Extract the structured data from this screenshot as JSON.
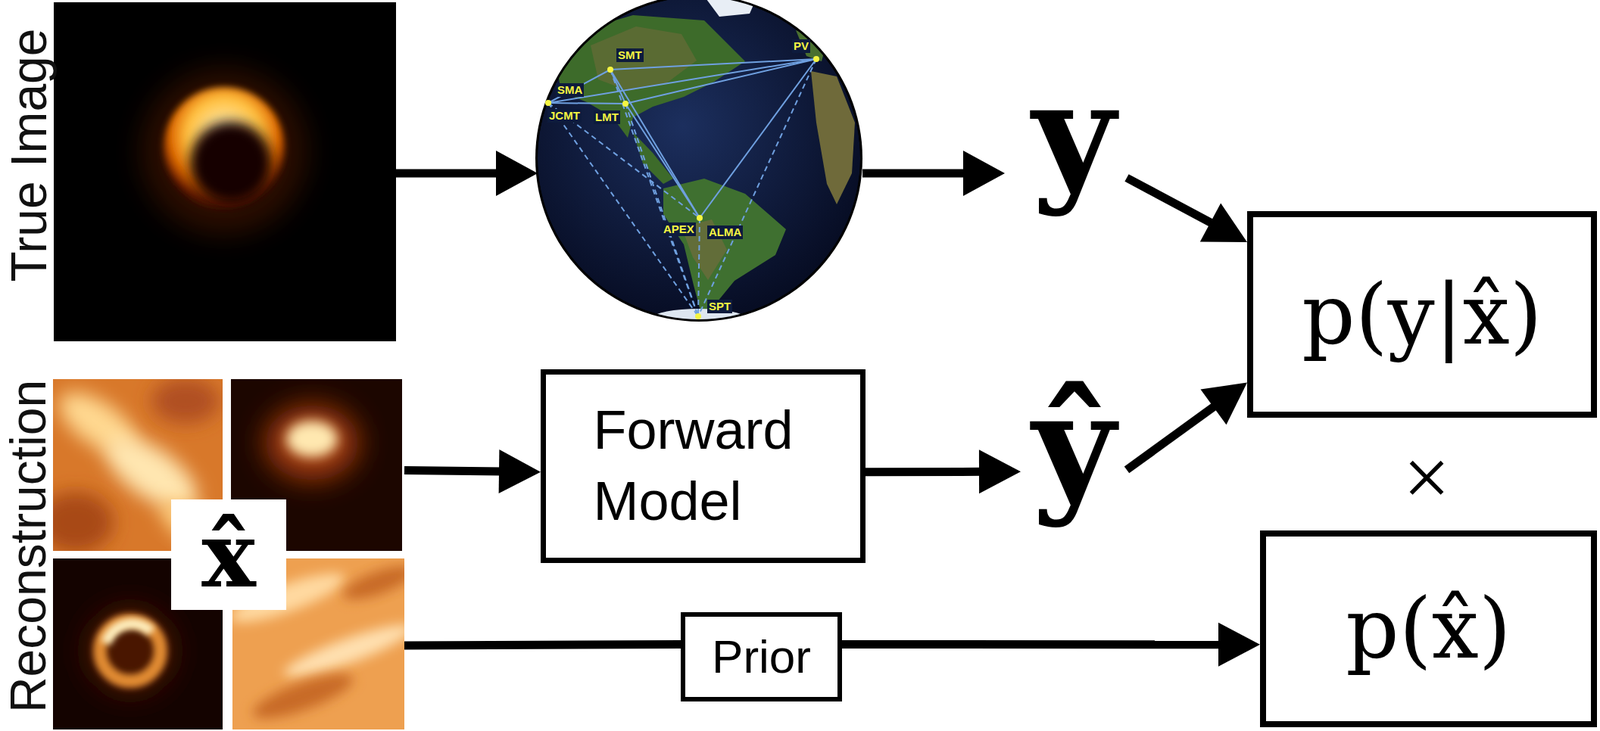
{
  "diagram": {
    "nodes": [
      {
        "text": [
          "y"
        ]
      },
      {
        "text": [
          "p(y|x̂)"
        ]
      },
      {
        "text": [
          "x̂"
        ]
      },
      {
        "text": [
          "Forward Model"
        ]
      },
      {
        "text": [
          "ŷ"
        ]
      },
      {
        "text": [
          "p(x̂)"
        ]
      },
      {
        "text": [
          "Prior"
        ]
      }
    ],
    "edges": [
      {
        "from": 0,
        "to": 1,
        "arrow": "to"
      },
      {
        "from": 4,
        "to": 1,
        "arrow": "to"
      },
      {
        "from": 2,
        "to": 3,
        "arrow": "to"
      },
      {
        "from": 3,
        "to": 4,
        "arrow": "to"
      },
      {
        "from": 2,
        "to": 6,
        "arrow": "none"
      },
      {
        "from": 6,
        "to": 5,
        "arrow": "to"
      }
    ],
    "labels": [
      "True Image",
      "Reconstruction",
      "SMT",
      "PV",
      "SMA",
      "JCMT",
      "LMT",
      "APEX",
      "ALMA",
      "SPT",
      "×"
    ]
  }
}
